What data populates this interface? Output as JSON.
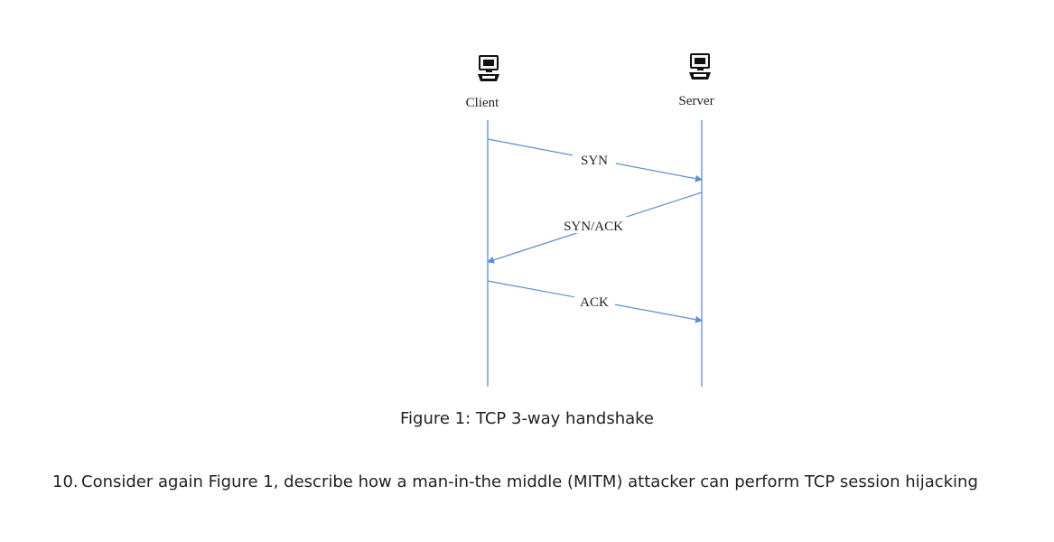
{
  "diagram": {
    "participants": [
      {
        "id": "client",
        "label": "Client",
        "icon": "computer-icon"
      },
      {
        "id": "server",
        "label": "Server",
        "icon": "computer-icon"
      }
    ],
    "messages": [
      {
        "id": "syn",
        "label": "SYN",
        "from": "client",
        "to": "server"
      },
      {
        "id": "syn-ack",
        "label": "SYN/ACK",
        "from": "server",
        "to": "client"
      },
      {
        "id": "ack",
        "label": "ACK",
        "from": "client",
        "to": "server"
      }
    ],
    "colors": {
      "lifeline": "#5b8fd6",
      "arrow": "#5b8fd6",
      "label": "#222222"
    }
  },
  "caption": "Figure 1: TCP 3-way handshake",
  "question": {
    "number": "10.",
    "text": "Consider again Figure 1, describe how a man-in-the middle (MITM) attacker can perform TCP session hijacking"
  }
}
